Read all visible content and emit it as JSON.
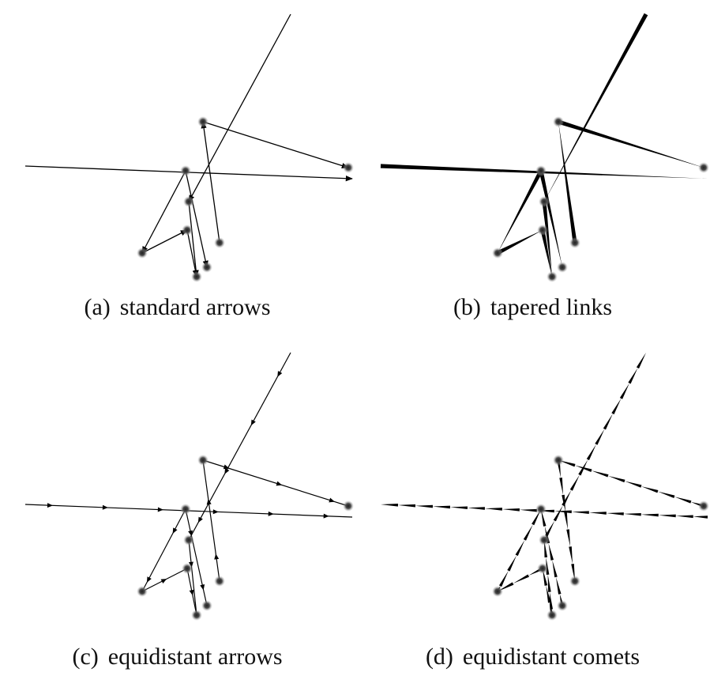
{
  "figure": {
    "panels": [
      {
        "id": "a",
        "tag": "(a)",
        "label": "standard arrows"
      },
      {
        "id": "b",
        "tag": "(b)",
        "label": "tapered links"
      },
      {
        "id": "c",
        "tag": "(c)",
        "label": "equidistant arrows"
      },
      {
        "id": "d",
        "tag": "(d)",
        "label": "equidistant comets"
      }
    ],
    "colors": {
      "link": "#000000",
      "node": "#3a3a3a",
      "node_glow": "#9a9a9a",
      "background": "#ffffff"
    }
  }
}
